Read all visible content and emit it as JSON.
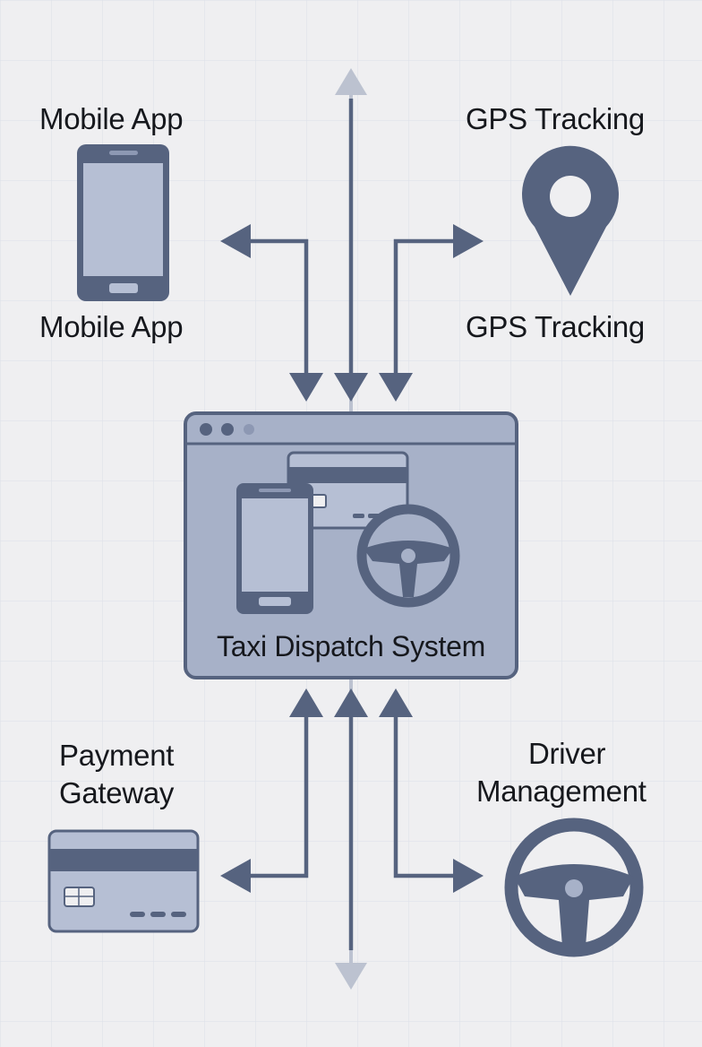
{
  "nodes": {
    "mobile_app": {
      "title": "Mobile App",
      "caption": "Mobile App"
    },
    "gps_tracking": {
      "title": "GPS Tracking",
      "caption": "GPS Tracking"
    },
    "payment_gateway": {
      "line1": "Payment",
      "line2": "Gateway"
    },
    "driver_management": {
      "line1": "Driver",
      "line2": "Management"
    }
  },
  "center": {
    "title": "Taxi Dispatch System"
  },
  "icons": {
    "mobile_app": "smartphone-icon",
    "gps_tracking": "map-pin-icon",
    "payment_gateway": "credit-card-icon",
    "driver_management": "steering-wheel-icon",
    "center": "browser-window-icon"
  },
  "colors": {
    "background": "#efeff1",
    "grid": "#dfe2ea",
    "accent": "#56637f",
    "fill_light": "#a7b1c8",
    "screen": "#b6bfd4",
    "axis_arrow": "#bcc2d0",
    "text": "#16181d"
  }
}
